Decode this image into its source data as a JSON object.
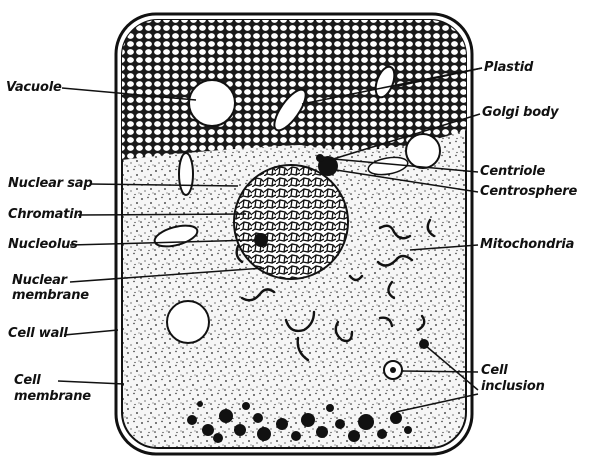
{
  "colors": {
    "ink": "#111111",
    "background": "#ffffff",
    "cytoplasm": "#f4f4f4"
  },
  "labels": {
    "vacuole": "Vacuole",
    "plastid": "Plastid",
    "golgi_body": "Golgi body",
    "nuclear_sap": "Nuclear sap",
    "centriole": "Centriole",
    "centrosphere": "Centrosphere",
    "chromatin": "Chromatin",
    "nucleolus": "Nucleolus",
    "mitochondria": "Mitochondria",
    "nuclear_membrane_line1": "Nuclear",
    "nuclear_membrane_line2": "membrane",
    "cell_wall": "Cell wall",
    "cell_membrane_line1": "Cell",
    "cell_membrane_line2": "membrane",
    "cell_inclusion_line1": "Cell",
    "cell_inclusion_line2": "inclusion"
  }
}
